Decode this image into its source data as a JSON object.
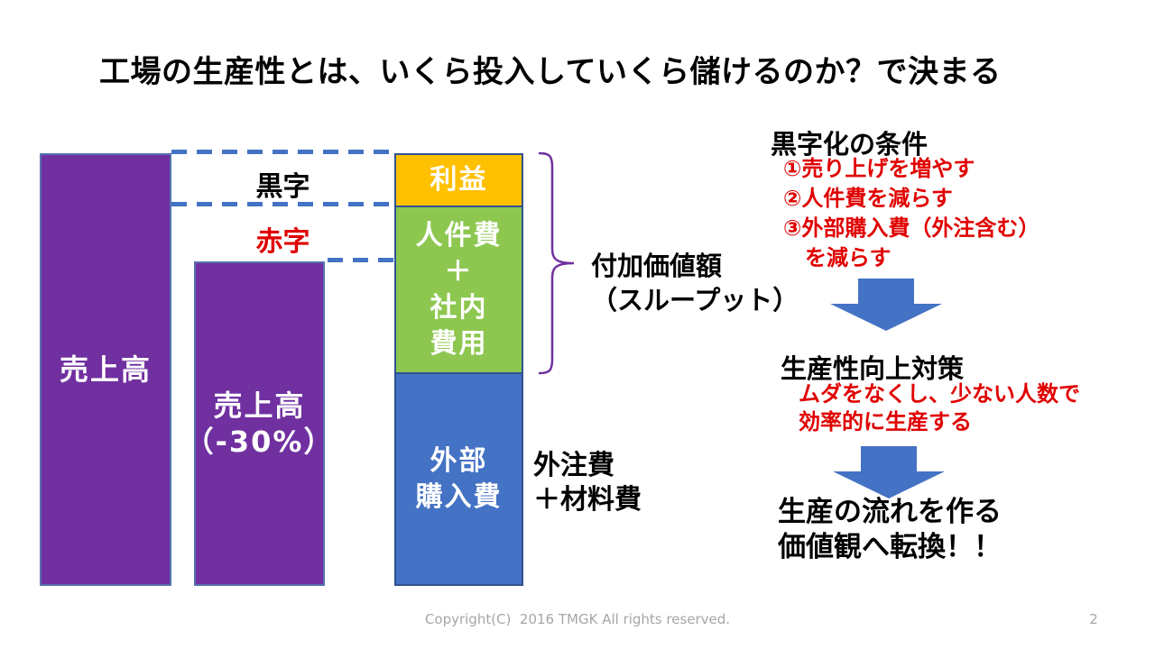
{
  "slide": {
    "title": "工場の生産性とは、いくら投入していくら儲けるのか？で決まる",
    "footer": {
      "copyright": "Copyright(C)  2016 TMGK All rights reserved.",
      "page_number": "2"
    }
  },
  "bars": {
    "sales_full": {
      "label": "売上高"
    },
    "sales_reduced": {
      "label": "売上高\n（-30%）"
    },
    "stacked": {
      "profit": {
        "label": "利益"
      },
      "labor": {
        "label": "人件費\n＋\n社内\n費用"
      },
      "external_purchase": {
        "label": "外部\n購入費"
      }
    }
  },
  "annotations": {
    "surplus": "黒字",
    "deficit": "赤字",
    "added_value": "付加価値額\n（スループット）",
    "outsourcing_materials": "外注費\n＋材料費"
  },
  "right_panel": {
    "surplus_conditions_title": "黒字化の条件",
    "surplus_conditions_items": "①売り上げを増やす\n②人件費を減らす\n③外部購入費（外注含む）\n　を減らす",
    "productivity_title": "生産性向上対策",
    "productivity_note": "ムダをなくし、少ない人数で\n効率的に生産する",
    "conclusion": "生産の流れを作る\n価値観へ転換！！"
  },
  "colors": {
    "purple": "#7030A0",
    "purple_border": "#5571AD",
    "blue": "#4472C4",
    "orange": "#FFC000",
    "green": "#8DC750",
    "red_text": "#E00000",
    "segment_border": "#2F528F",
    "footer_gray": "#A6A6A6"
  }
}
